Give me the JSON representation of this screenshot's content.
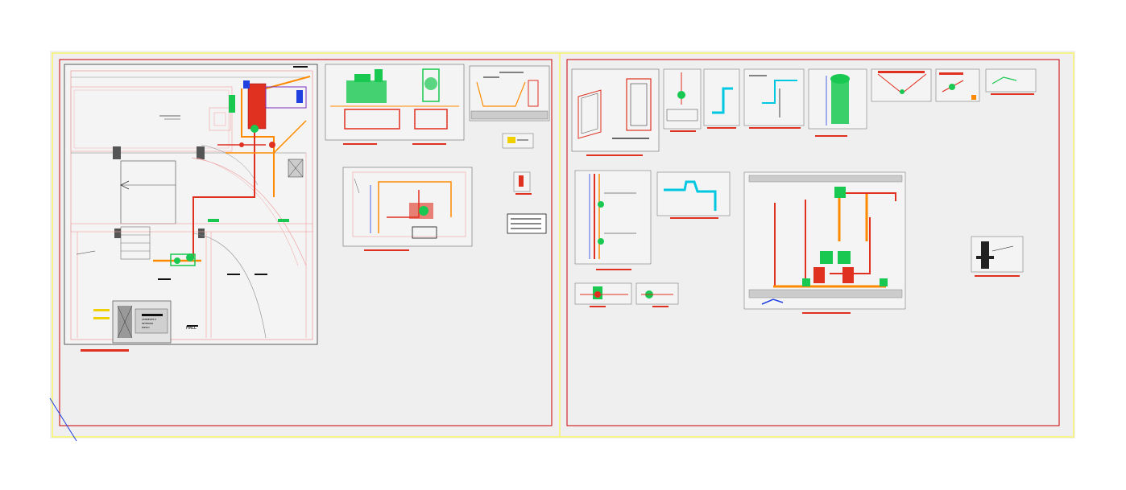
{
  "drawing": {
    "background": "#ffffff",
    "sheet_color": "#efefef",
    "colors": {
      "frame_yellow": "#f5f28a",
      "border_red": "#cc0000",
      "pipe_red": "#e03020",
      "pipe_orange": "#ff8a00",
      "pipe_green": "#18c850",
      "pipe_cyan": "#00c8e0",
      "wall_pink": "#f0a0a0",
      "line_blue": "#2040e0",
      "purple": "#7a30c0",
      "ink": "#111111"
    },
    "plan_labels": {
      "hall": "HALL",
      "room_lines": [
        "AMBIENTE P",
        "INTERIOR",
        "RIEGO"
      ]
    }
  }
}
